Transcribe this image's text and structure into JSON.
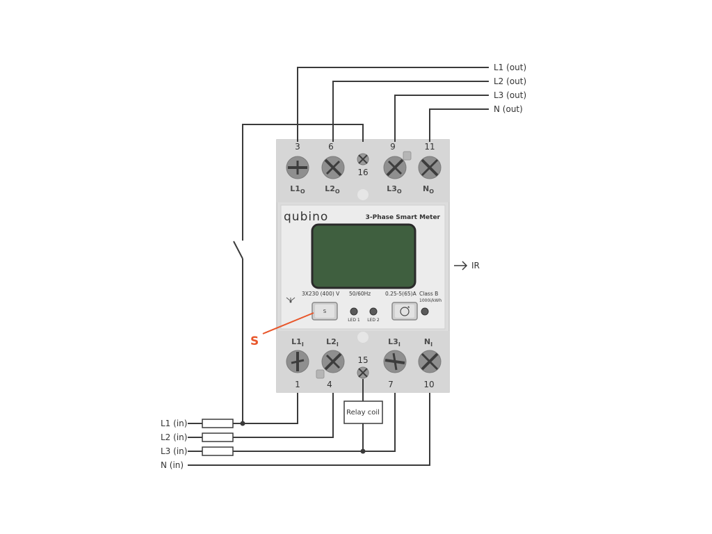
{
  "outputs": {
    "l1": "L1 (out)",
    "l2": "L2 (out)",
    "l3": "L3 (out)",
    "n": "N (out)"
  },
  "inputs": {
    "l1": "L1 (in)",
    "l2": "L2 (in)",
    "l3": "L3 (in)",
    "n": "N (in)"
  },
  "meter": {
    "brand": "qubino",
    "title": "3-Phase Smart Meter",
    "spec_voltage": "3X230 (400) V",
    "spec_freq": "50/60Hz",
    "spec_current": "0.25-5(65)A",
    "spec_class": "Class B",
    "spec_rate": "1000i/kWh",
    "button_s": "S",
    "led1": "LED 1",
    "led2": "LED 2",
    "ir_label": "IR",
    "s_callout": "S",
    "top_numbers": {
      "t3": "3",
      "t6": "6",
      "t16": "16",
      "t9": "9",
      "t11": "11"
    },
    "bottom_numbers": {
      "t1": "1",
      "t4": "4",
      "t15": "15",
      "t7": "7",
      "t10": "10"
    },
    "top_terminals": {
      "l1": {
        "main": "L1",
        "sub": "O"
      },
      "l2": {
        "main": "L2",
        "sub": "O"
      },
      "l3": {
        "main": "L3",
        "sub": "O"
      },
      "n": {
        "main": "N",
        "sub": "O"
      }
    },
    "bottom_terminals": {
      "l1": {
        "main": "L1",
        "sub": "I"
      },
      "l2": {
        "main": "L2",
        "sub": "I"
      },
      "l3": {
        "main": "L3",
        "sub": "I"
      },
      "n": {
        "main": "N",
        "sub": "I"
      }
    }
  },
  "relay": {
    "label": "Relay coil"
  },
  "colors": {
    "accent": "#e8562a",
    "housing": "#d9d9d9",
    "housing_border": "#c4c4c4",
    "panel": "#ececec",
    "screen": "#3f5f3f",
    "wire": "#3a3a3a"
  }
}
